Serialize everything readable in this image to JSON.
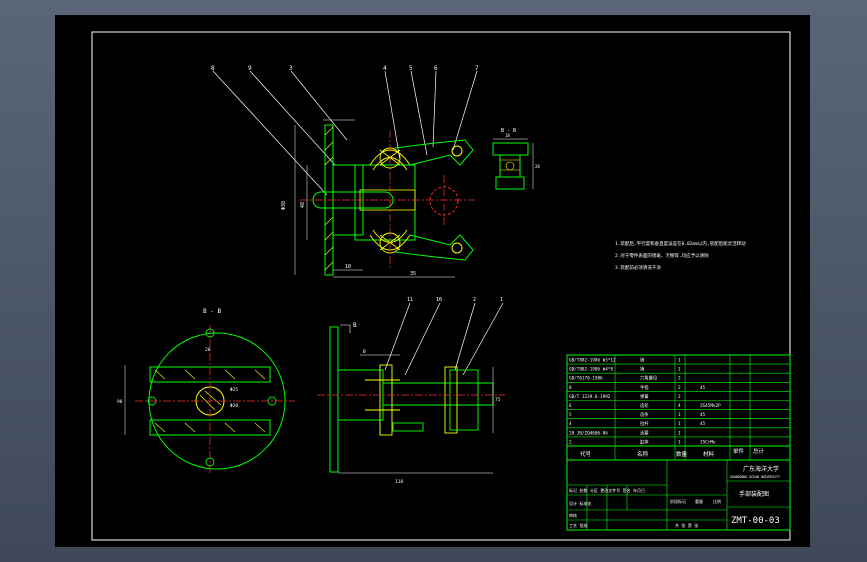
{
  "colors": {
    "frame": "#ffffff",
    "outline": "#00ff00",
    "detail": "#ffff00",
    "centerline": "#ff3030",
    "dimension": "#ffffff",
    "accent": "#00ffff",
    "background": "#000000",
    "chrome": "#4a5566"
  },
  "views": {
    "section_b_label": "B - B",
    "section_right_label": "B - B",
    "section_small_label": "B",
    "section_arrow_label": "B"
  },
  "balloons": {
    "top": [
      "8",
      "9",
      "3",
      "4",
      "5",
      "6",
      "7"
    ],
    "bottom": [
      "11",
      "10",
      "2",
      "1"
    ]
  },
  "dimensions": {
    "top_width": "10",
    "top_total": "35",
    "height_left": "Φ38",
    "height_mid": "48",
    "circle_dia": "Φ25",
    "circle_dia2": "Φ20",
    "bottom_len": "118",
    "side_h": "75",
    "left_h": "98",
    "side_w": "28",
    "detail_w": "18",
    "detail_h": "28"
  },
  "notes": {
    "line1": "1.装配后,平行度和垂直度误差在0.02mm以内,装配后能灵活转动",
    "line2": "2.对于零件表面的锈斑、污物等,均应予以清除",
    "line3": "3.装配前必须清洗干净"
  },
  "bom": {
    "rows": [
      {
        "code": "GB/T882-1986 Φ5*12",
        "name": "销",
        "qty": "1",
        "mat": "",
        "note": ""
      },
      {
        "code": "GB/T882-1986 Φ4*8",
        "name": "销",
        "qty": "1",
        "mat": "",
        "note": ""
      },
      {
        "code": "GB/T6170-1986",
        "name": "六角螺母",
        "qty": "2",
        "mat": "",
        "note": ""
      },
      {
        "code": "8",
        "name": "手指",
        "qty": "2",
        "mat": "45",
        "note": ""
      },
      {
        "code": "GB/T 1239.6-1992",
        "name": "弹簧",
        "qty": "2",
        "mat": "",
        "note": ""
      },
      {
        "code": "6",
        "name": "齿轮",
        "qty": "4",
        "mat": "ZG45Mn2P",
        "note": ""
      },
      {
        "code": "5",
        "name": "齿条",
        "qty": "1",
        "mat": "45",
        "note": ""
      },
      {
        "code": "4",
        "name": "拉杆",
        "qty": "1",
        "mat": "45",
        "note": ""
      },
      {
        "code": "20_JB/ZQ4606-86",
        "name": "活塞",
        "qty": "1",
        "mat": "",
        "note": ""
      },
      {
        "code": "2",
        "name": "缸体",
        "qty": "1",
        "mat": "35CrMo",
        "note": ""
      }
    ],
    "header": {
      "code": "代号",
      "name": "名称",
      "qty": "数量",
      "mat": "材料",
      "weight1": "单件",
      "weight2": "总计"
    }
  },
  "title_block": {
    "school": "广东海洋大学",
    "school_en": "GUANGDONG OCEAN UNIVERSITY",
    "title": "手部装配图",
    "drawing_no": "ZMT-00-03",
    "stage": "阶段标记",
    "weight": "重量",
    "scale": "比例",
    "sheet": "共 张 第 张",
    "rows": [
      "标记 处数 分区 更改文件号 签名 年月日",
      "设计 标准化",
      "审核",
      "工艺 批准"
    ]
  }
}
